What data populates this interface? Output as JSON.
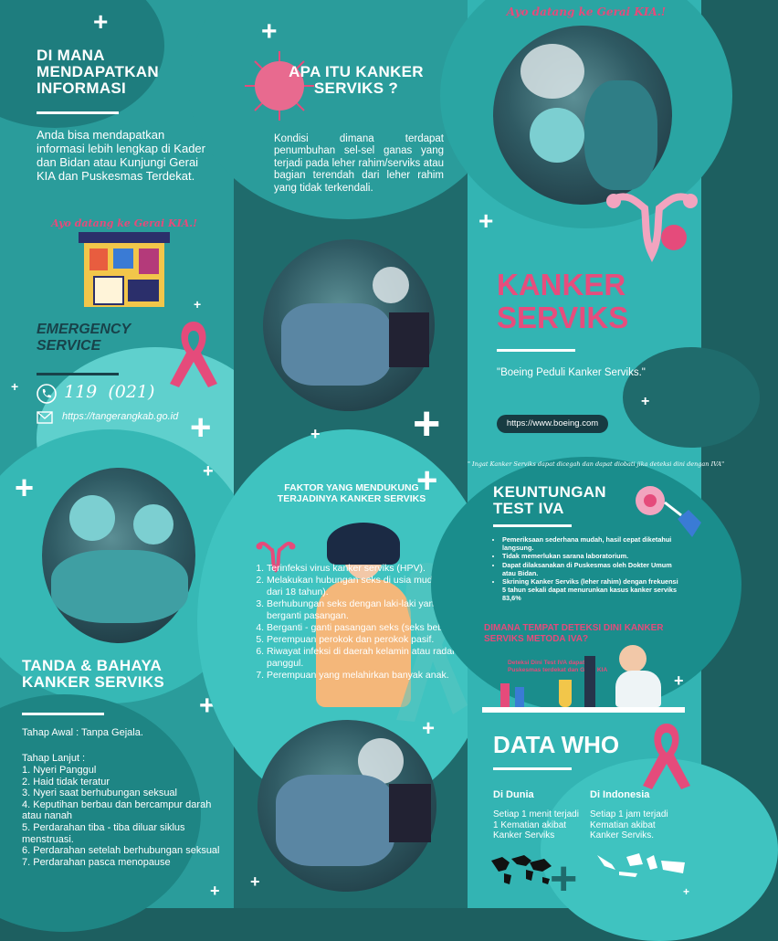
{
  "panel1": {
    "title": "DI MANA MENDAPATKAN INFORMASI",
    "body": "Anda bisa mendapatkan informasi lebih lengkap di Kader dan Bidan atau Kunjungi Gerai KIA dan Puskesmas Terdekat.",
    "booth_banner": "Ayo datang ke Gerai KIA.!",
    "emergency_title": "EMERGENCY SERVICE",
    "phone": "119  (021)",
    "email": "https://tangerangkab.go.id",
    "signs_title": "TANDA & BAHAYA KANKER SERVIKS",
    "early_stage": "Tahap Awal : Tanpa Gejala.",
    "late_stage_title": "Tahap Lanjut :",
    "late_stage_items": [
      "1. Nyeri Panggul",
      "2. Haid tidak teratur",
      "3. Nyeri saat berhubungan seksual",
      "4. Keputihan berbau dan bercampur darah atau nanah",
      "5. Perdarahan tiba - tiba diluar siklus menstruasi.",
      "6. Perdarahan setelah berhubungan seksual",
      "7. Perdarahan pasca menopause"
    ]
  },
  "panel2": {
    "title": "APA ITU KANKER SERVIKS ?",
    "body": "Kondisi dimana terdapat penumbuhan sel-sel ganas yang terjadi pada leher rahim/serviks atau bagian terendah dari leher rahim yang tidak terkendali.",
    "factors_title": "FAKTOR YANG MENDUKUNG TERJADINYA KANKER SERVIKS",
    "factors": [
      "Terinfeksi virus kanker serviks (HPV).",
      "Melakukan hubungan seks di usia muda (kurang dari 18 tahun).",
      "Berhubungan seks dengan laki-laki yang sering berganti pasangan.",
      " Berganti - ganti pasangan seks (seks bebas).",
      "Perempuan perokok dan perokok pasif.",
      "Riwayat infeksi di daerah kelamin atau radang panggul.",
      "Perempuan yang melahirkan banyak anak."
    ]
  },
  "panel3": {
    "banner": "Ayo datang ke Gerai KIA.!",
    "title": "KANKER SERVIKS",
    "tagline": "\"Boeing Peduli Kanker Serviks.\"",
    "url": "https://www.boeing.com",
    "reminder": "\" Ingat Kanker Serviks dapat dicegah dan dapat diobati jika deteksi dini dengan IVA\"",
    "benefit_title": "KEUNTUNGAN TEST IVA",
    "benefits": [
      "Pemeriksaan sederhana mudah, hasil cepat diketahui langsung.",
      " Tidak memerlukan sarana laboratorium.",
      "Dapat dilaksanakan di Puskesmas oleh Dokter Umum atau Bidan.",
      "Skrining Kanker Serviks (leher rahim) dengan frekuensi 5 tahun sekali dapat menurunkan kasus kanker serviks 83,6%"
    ],
    "where_title": "DIMANA TEMPAT DETEKSI DINI KANKER SERVIKS METODA IVA?",
    "where_body": "Deteksi Dini Test IVA dapat di Puskesmas terdekat dan Gerai KIA",
    "who_title": "DATA WHO",
    "world_label": "Di Dunia",
    "world_text": "Setiap 1 menit terjadi 1 Kematian akibat Kanker Serviks",
    "indo_label": "Di Indonesia",
    "indo_text": "Setiap 1 jam terjadi Kematian akibat Kanker Serviks."
  },
  "colors": {
    "accent_pink": "#e54b7b",
    "teal_dark": "#1f6b6c",
    "teal_mid": "#2a9c9b",
    "teal_light": "#33b4b3"
  }
}
